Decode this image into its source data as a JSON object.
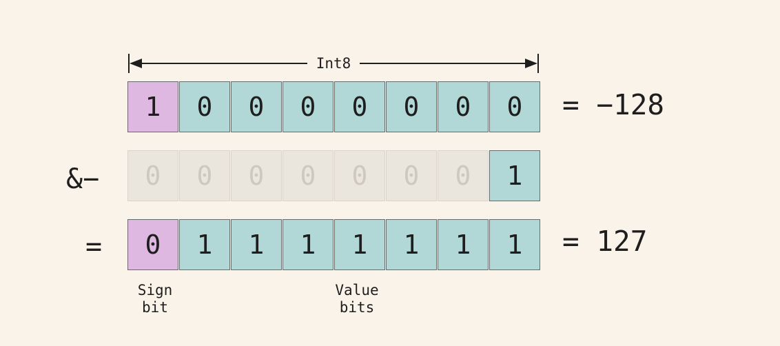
{
  "ruler": {
    "label": "Int8"
  },
  "rows": [
    {
      "operator": "",
      "bits": [
        "1",
        "0",
        "0",
        "0",
        "0",
        "0",
        "0",
        "0"
      ],
      "result": "= −128"
    },
    {
      "operator": "&−",
      "bits": [
        "0",
        "0",
        "0",
        "0",
        "0",
        "0",
        "0",
        "1"
      ],
      "result": ""
    },
    {
      "operator": "=",
      "bits": [
        "0",
        "1",
        "1",
        "1",
        "1",
        "1",
        "1",
        "1"
      ],
      "result": "= 127"
    }
  ],
  "captions": {
    "sign_line1": "Sign",
    "sign_line2": "bit",
    "value_line1": "Value",
    "value_line2": "bits"
  },
  "colors": {
    "sign_bit": "#dfb8e2",
    "value_bits": "#b2d7d7",
    "faded_bits": "#ebe6dd",
    "background": "#faf3ea"
  }
}
